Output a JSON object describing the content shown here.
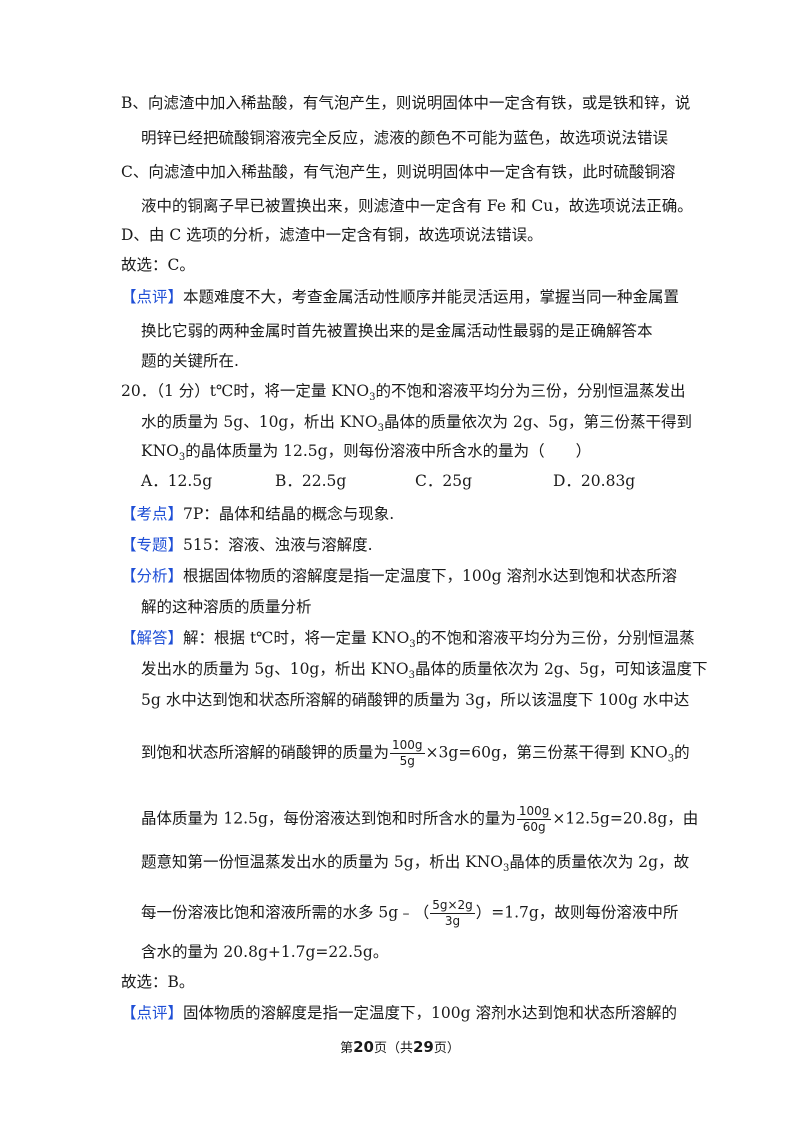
{
  "lines": {
    "b1": "B、向滤渣中加入稀盐酸，有气泡产生，则说明固体中一定含有铁，或是铁和锌，说",
    "b2": "明锌已经把硫酸铜溶液完全反应，滤液的颜色不可能为蓝色，故选项说法错误",
    "c1": "C、向滤渣中加入稀盐酸，有气泡产生，则说明固体中一定含有铁，此时硫酸铜溶",
    "c2": "液中的铜离子早已被置换出来，则滤渣中一定含有 Fe 和 Cu，故选项说法正确。",
    "d1": "D、由 C 选项的分析，滤渣中一定含有铜，故选项说法错误。",
    "ans1": "故选：C。",
    "review1_tag": "【点评】",
    "review1_a": "本题难度不大，考查金属活动性顺序并能灵活运用，掌握当同一种金属置",
    "review1_b": "换比它弱的两种金属时首先被置换出来的是金属活动性最弱的是正确解答本",
    "review1_c": "题的关键所在.",
    "q20_a": "20．（1 分）t℃时，将一定量 KNO",
    "q20_a2": "的不饱和溶液平均分为三份，分别恒温蒸发出",
    "q20_b": "水的质量为 5g、10g，析出 KNO",
    "q20_b2": "晶体的质量依次为 2g、5g，第三份蒸干得到",
    "q20_c": "KNO",
    "q20_c2": "的晶体质量为 12.5g，则每份溶液中所含水的量为（　　）",
    "sub3": "3",
    "opt_a": "A．12.5g",
    "opt_b": "B．22.5g",
    "opt_c": "C．25g",
    "opt_d": "D．20.83g",
    "kd_tag": "【考点】",
    "kd": "7P：晶体和结晶的概念与现象.",
    "zt_tag": "【专题】",
    "zt": "515：溶液、浊液与溶解度.",
    "fx_tag": "【分析】",
    "fx1": "根据固体物质的溶解度是指一定温度下，100g 溶剂水达到饱和状态所溶",
    "fx2": "解的这种溶质的质量分析",
    "jd_tag": "【解答】",
    "jd1a": "解：根据 t℃时，将一定量 KNO",
    "jd1b": "的不饱和溶液平均分为三份，分别恒温蒸",
    "jd2a": "发出水的质量为 5g、10g，析出 KNO",
    "jd2b": "晶体的质量依次为 2g、5g，可知该温度下",
    "jd3": "5g 水中达到饱和状态所溶解的硝酸钾的质量为 3g，所以该温度下 100g 水中达",
    "jd4a": "到饱和状态所溶解的硝酸钾的质量为",
    "frac1_num": "100g",
    "frac1_den": "5g",
    "jd4b": "×3g=60g，第三份蒸干得到 KNO",
    "jd4c": "的",
    "jd5a": "晶体质量为 12.5g，每份溶液达到饱和时所含水的量为",
    "frac2_num": "100g",
    "frac2_den": "60g",
    "jd5b": "×12.5g=20.8g，由",
    "jd6a": "题意知第一份恒温蒸发出水的质量为 5g，析出 KNO",
    "jd6b": "晶体的质量依次为 2g，故",
    "jd7a": "每一份溶液比饱和溶液所需的水多 5g﹣（",
    "frac3_num": "5g×2g",
    "frac3_den": "3g",
    "jd7b": "）=1.7g，故则每份溶液中所",
    "jd8": "含水的量为 20.8g+1.7g=22.5g。",
    "ans2": "故选：B。",
    "review2_tag": "【点评】",
    "review2_a": "固体物质的溶解度是指一定温度下，100g 溶剂水达到饱和状态所溶解的"
  },
  "footer": {
    "pre": "第",
    "page": "20",
    "mid": "页（共",
    "total": "29",
    "post": "页）"
  }
}
